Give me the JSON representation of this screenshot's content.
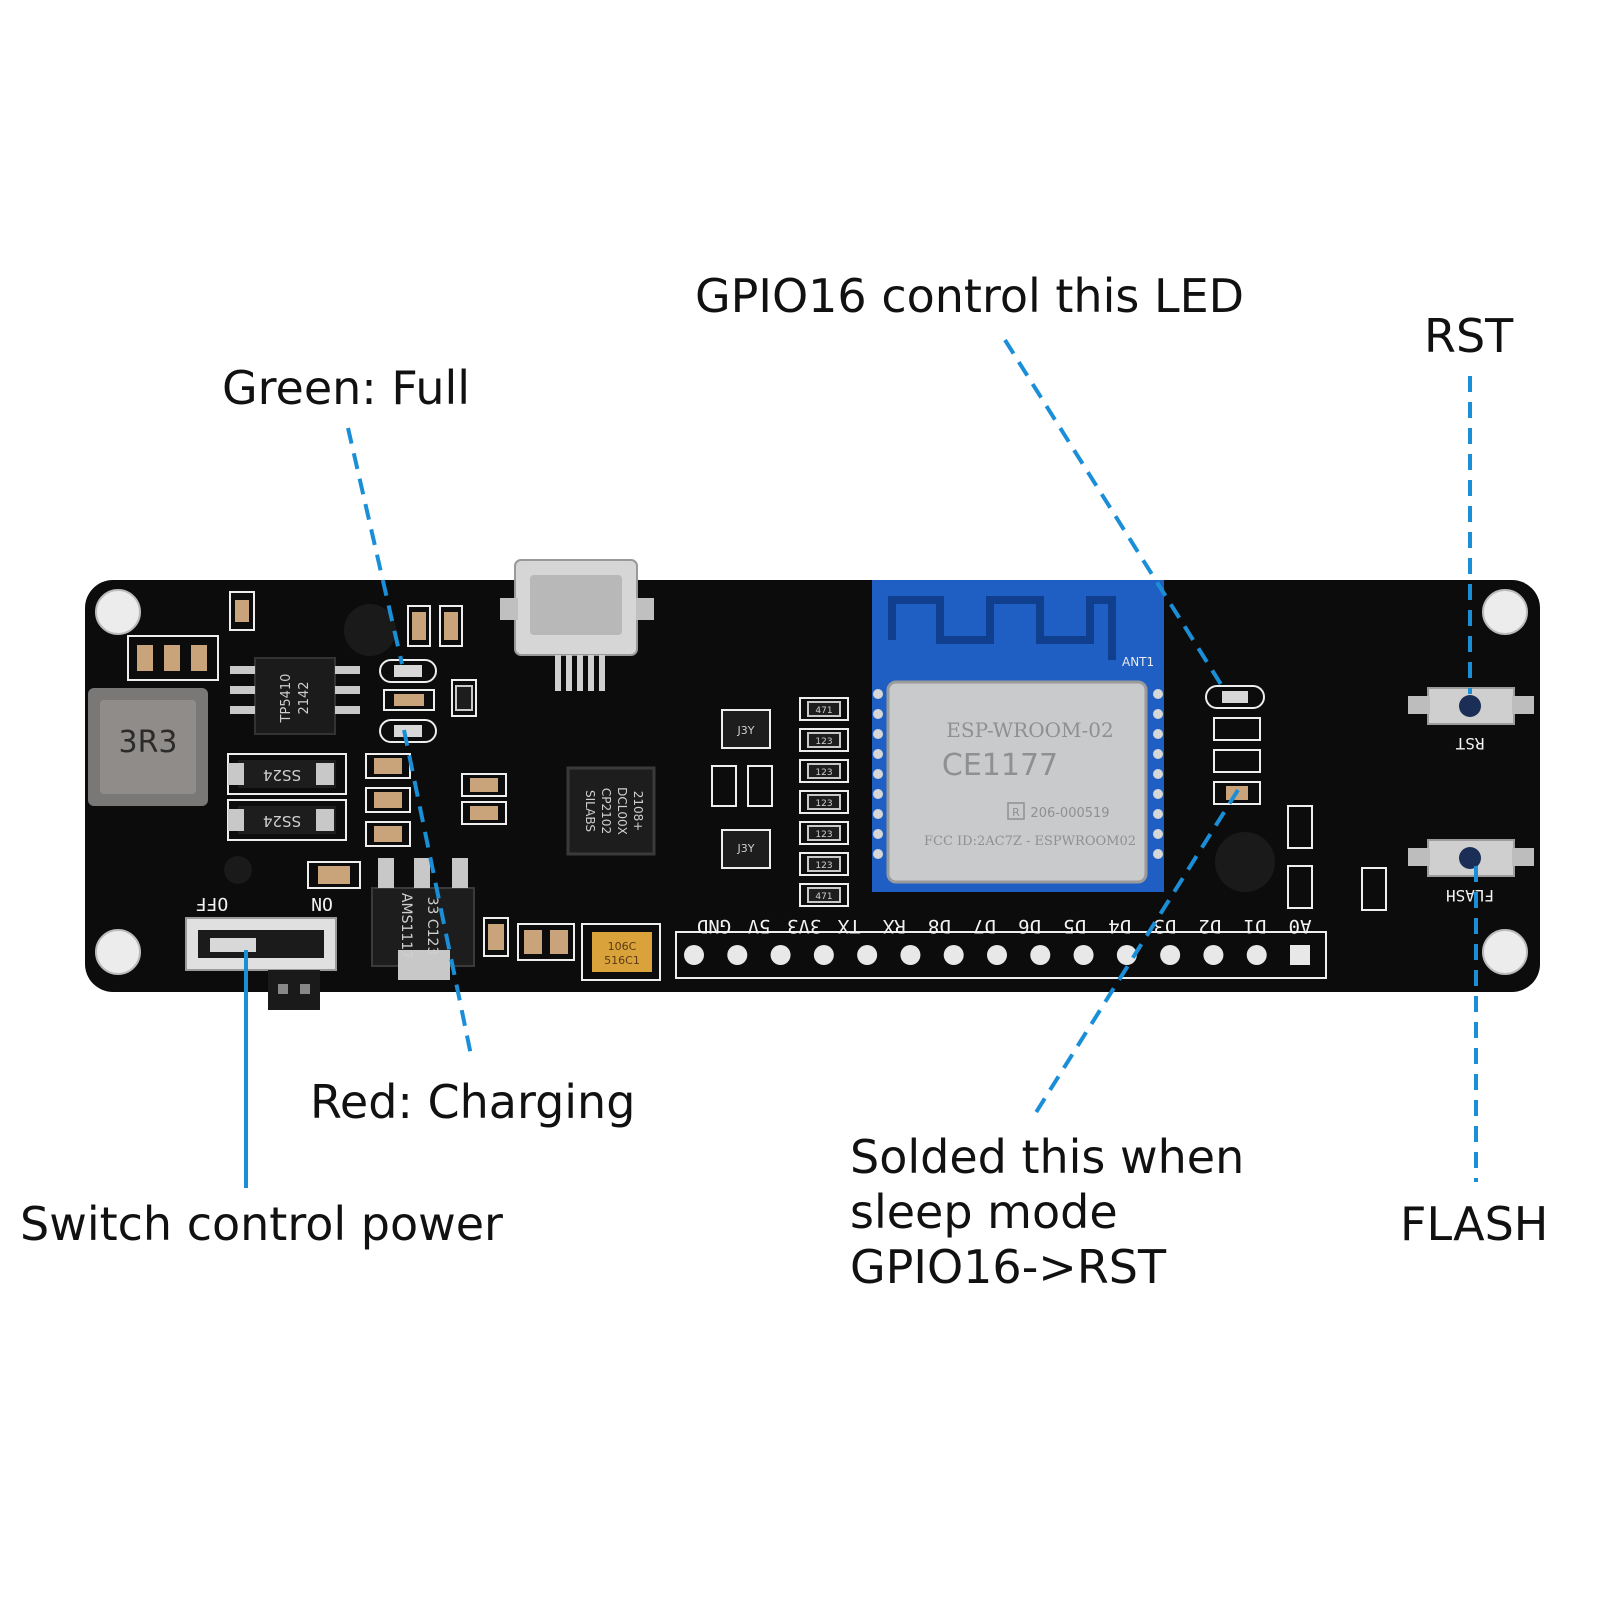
{
  "callouts": {
    "gpio16_led": "GPIO16 control this LED",
    "green_full": "Green: Full",
    "rst": "RST",
    "red_charging": "Red: Charging",
    "switch_power": "Switch control power",
    "solder_sleep": "Solded this when\nsleep mode\nGPIO16->RST",
    "flash": "FLASH"
  },
  "board": {
    "module_line1": "ESP-WROOM-02",
    "module_line2": "CE1177",
    "module_cert": "206-000519",
    "module_fcc": "FCC ID:2AC7Z - ESPWROOM02",
    "module_r": "R",
    "antenna_label": "ANT1",
    "inductor_label": "3R3",
    "diode_label": "SS24",
    "ic_label": "TP5410",
    "ic_sub": "2142",
    "usb_chip_lines": [
      "SILABS",
      "CP2102",
      "DCL00X",
      "2108+"
    ],
    "regulator_lines": [
      "AMS1117",
      "33 C123"
    ],
    "cap_lines": [
      "106C",
      "516C1"
    ],
    "switch_off": "OFF",
    "switch_on": "ON",
    "button_rst": "RST",
    "button_flash": "FLASH",
    "transistor_label": "J3Y",
    "resistor_labels": [
      "471",
      "123",
      "123",
      "123",
      "123",
      "123",
      "471"
    ],
    "pins": [
      "GND",
      "5V",
      "3V3",
      "TX",
      "RX",
      "D8",
      "D7",
      "D6",
      "D5",
      "D4",
      "D3",
      "D2",
      "D1",
      "A0"
    ]
  },
  "colors": {
    "pcb": "#0c0c0c",
    "leader": "#1a8fd8",
    "antenna": "#1f5fc4",
    "shield": "#c9cacc"
  }
}
